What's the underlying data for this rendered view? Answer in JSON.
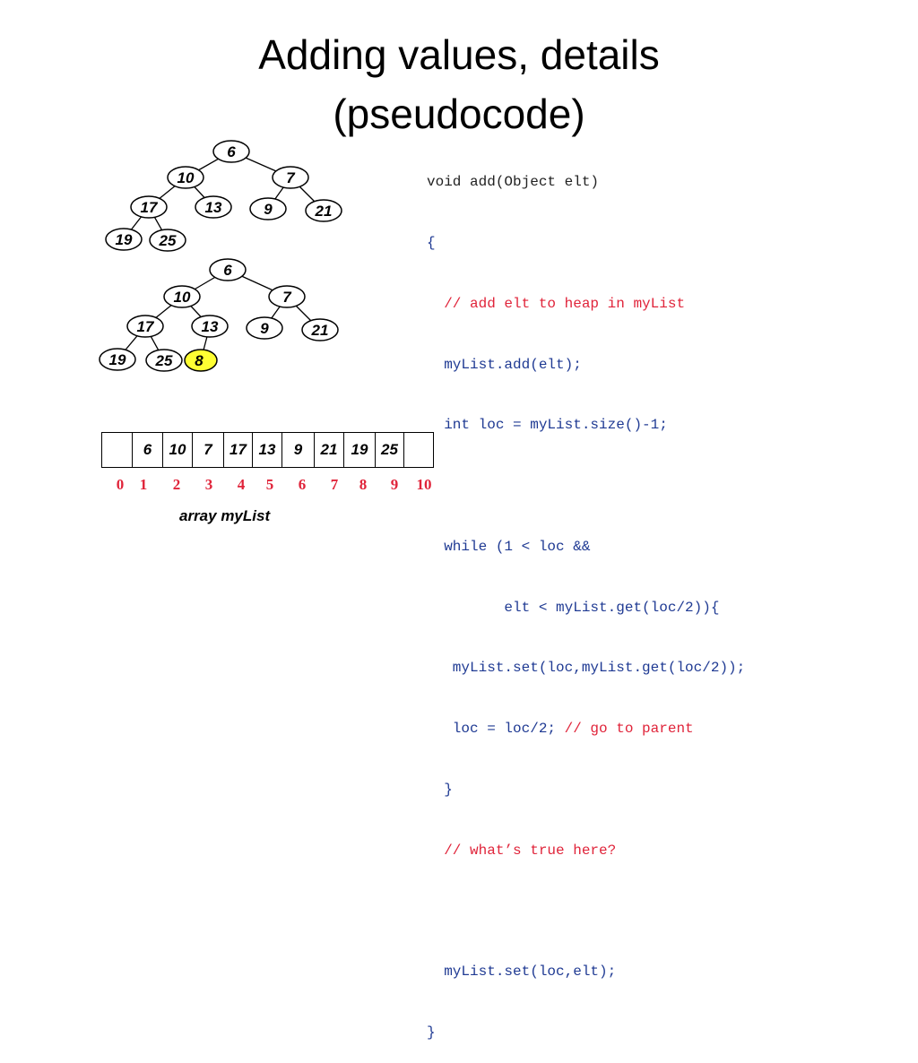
{
  "slide": {
    "title_line1": "Adding values, details",
    "title_line2": "(pseudocode)"
  },
  "colors": {
    "code_keyword_blue": "#1f3a93",
    "code_comment_red": "#e0243a",
    "highlight_yellow": "#ffff33",
    "index_red": "#e0243a"
  },
  "code": {
    "line1": "void add(Object elt)",
    "line2": "{",
    "line3": "  // add elt to heap in myList",
    "line4": "  myList.add(elt);",
    "line5": "  int loc = myList.size()-1;",
    "line7": "  while (1 < loc &&",
    "line8": "         elt < myList.get(loc/2)){",
    "line9": "   myList.set(loc,myList.get(loc/2));",
    "line10_code": "   loc = loc/2; ",
    "line10_comment": "// go to parent",
    "line11": "  }",
    "line12": "  // what’s true here?",
    "line14": "  myList.set(loc,elt);",
    "line15": "}"
  },
  "tree1": {
    "nodes": [
      "6",
      "10",
      "7",
      "17",
      "13",
      "9",
      "21",
      "19",
      "25"
    ]
  },
  "tree2": {
    "nodes": [
      "6",
      "10",
      "7",
      "17",
      "13",
      "9",
      "21",
      "19",
      "25",
      "8"
    ],
    "highlighted_value": "8"
  },
  "array": {
    "cells": [
      "",
      "6",
      "10",
      "7",
      "17",
      "13",
      "9",
      "21",
      "19",
      "25",
      ""
    ],
    "indices": [
      "0",
      "1",
      "2",
      "3",
      "4",
      "5",
      "6",
      "7",
      "8",
      "9",
      "10"
    ],
    "caption": "array myList"
  }
}
